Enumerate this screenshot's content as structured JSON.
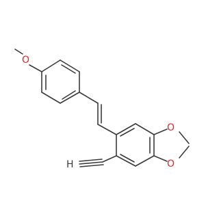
{
  "molecule": {
    "atoms": [
      {
        "symbol": "O",
        "role": "methoxy-oxygen"
      },
      {
        "symbol": "O",
        "role": "dioxole-oxygen-top"
      },
      {
        "symbol": "O",
        "role": "dioxole-oxygen-bottom"
      },
      {
        "symbol": "H",
        "role": "alkyne-terminal-h"
      }
    ],
    "colors": {
      "bond": "#3a3a3a",
      "oxygen": "#e3262b",
      "hydrogen": "#3a3a3a"
    }
  }
}
